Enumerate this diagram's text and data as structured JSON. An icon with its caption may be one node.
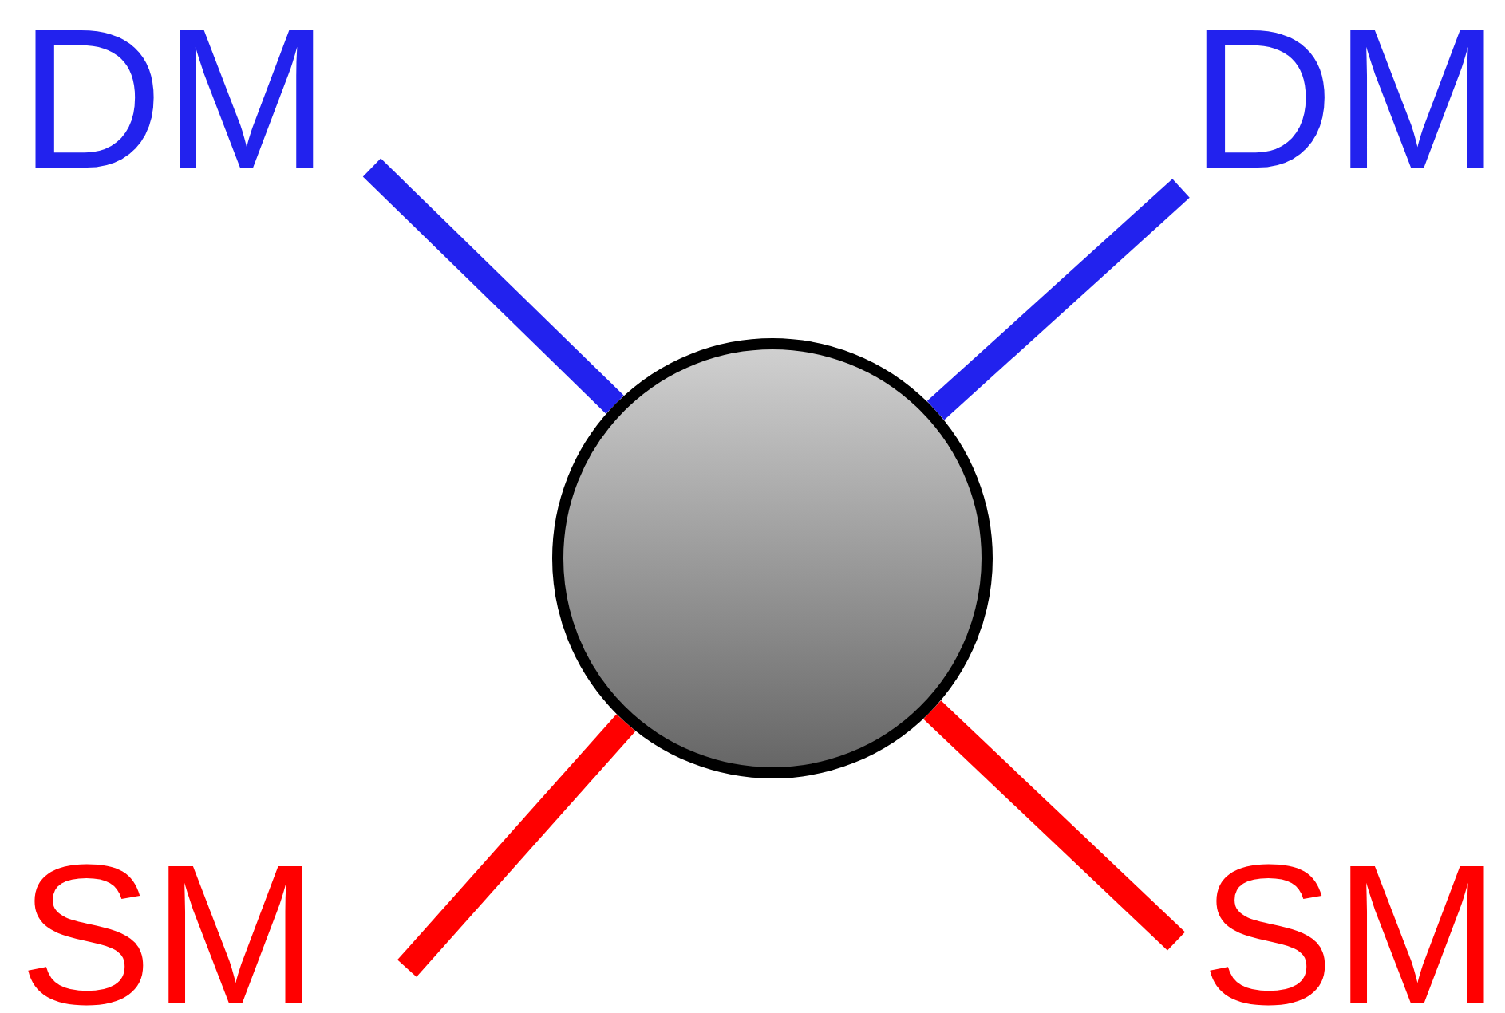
{
  "diagram": {
    "nodes": [
      {
        "text": [
          "DM"
        ]
      },
      {
        "text": [
          "DM"
        ]
      },
      {
        "text": [],
        "shape": "circle"
      },
      {
        "text": [
          "SM"
        ]
      },
      {
        "text": [
          "SM"
        ]
      }
    ],
    "edges": [
      {
        "from": 0,
        "to": 2,
        "arrow": "none",
        "color": "#2222ee"
      },
      {
        "from": 1,
        "to": 2,
        "arrow": "none",
        "color": "#2222ee"
      },
      {
        "from": 3,
        "to": 2,
        "arrow": "none",
        "color": "#ff0000"
      },
      {
        "from": 4,
        "to": 2,
        "arrow": "none",
        "color": "#ff0000"
      }
    ]
  }
}
